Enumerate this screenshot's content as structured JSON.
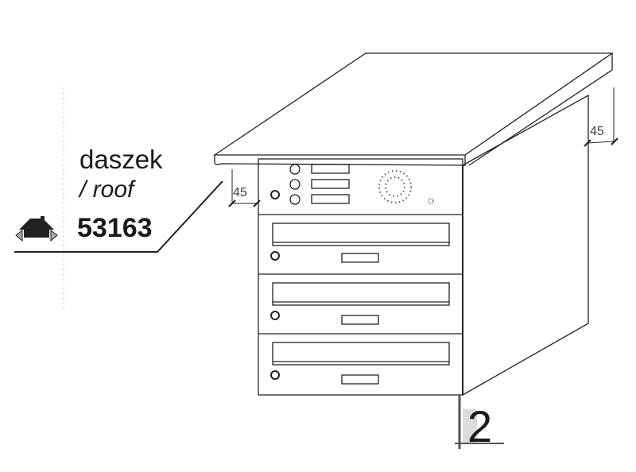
{
  "label": {
    "name_pl": "daszek",
    "name_en": "/ roof",
    "code": "53163"
  },
  "dimensions": {
    "left": "45",
    "right": "45"
  },
  "view_number": "2",
  "icons": [
    "house-arrows-icon"
  ]
}
